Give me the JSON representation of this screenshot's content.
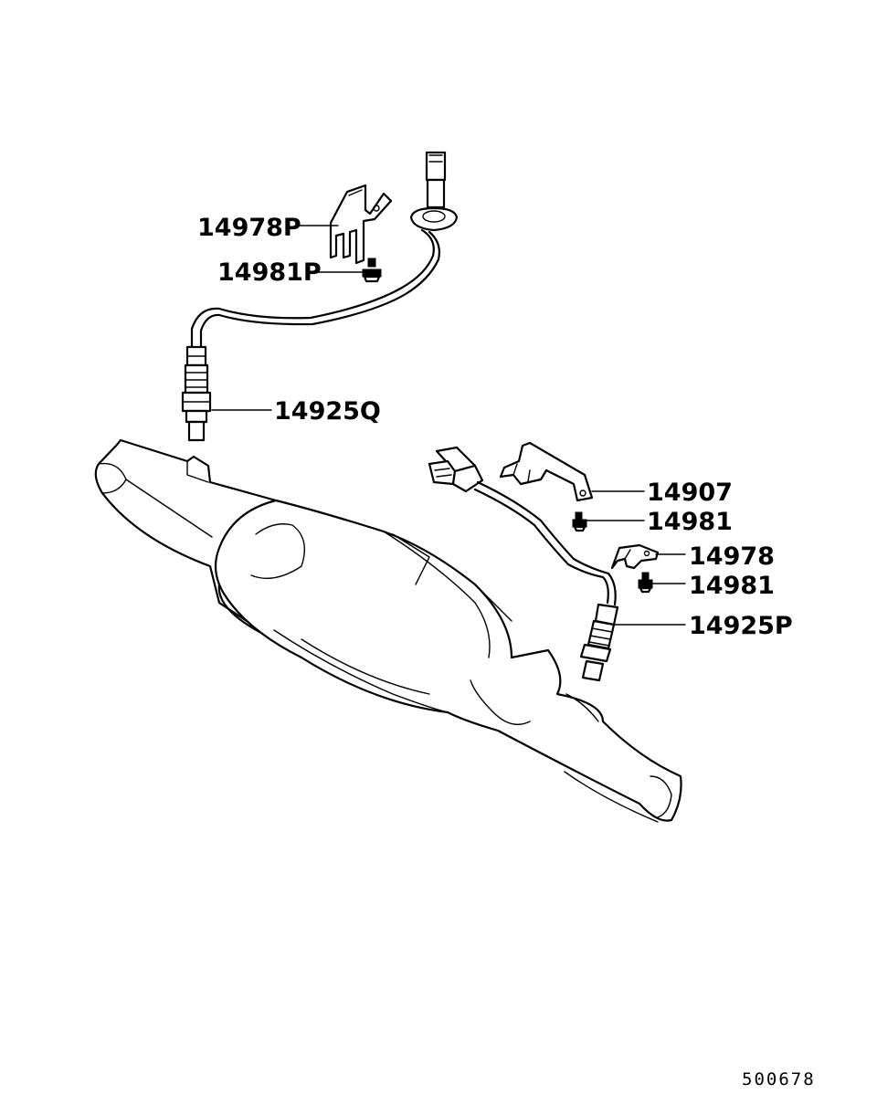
{
  "parts": {
    "bracket_upper": "14978P",
    "bolt_upper": "14981P",
    "sensor_upper": "14925Q",
    "bracket_lower_large": "14907",
    "bolt_lower_1": "14981",
    "bracket_lower_small": "14978",
    "bolt_lower_2": "14981",
    "sensor_lower": "14925P"
  },
  "diagram_ref": "500678"
}
